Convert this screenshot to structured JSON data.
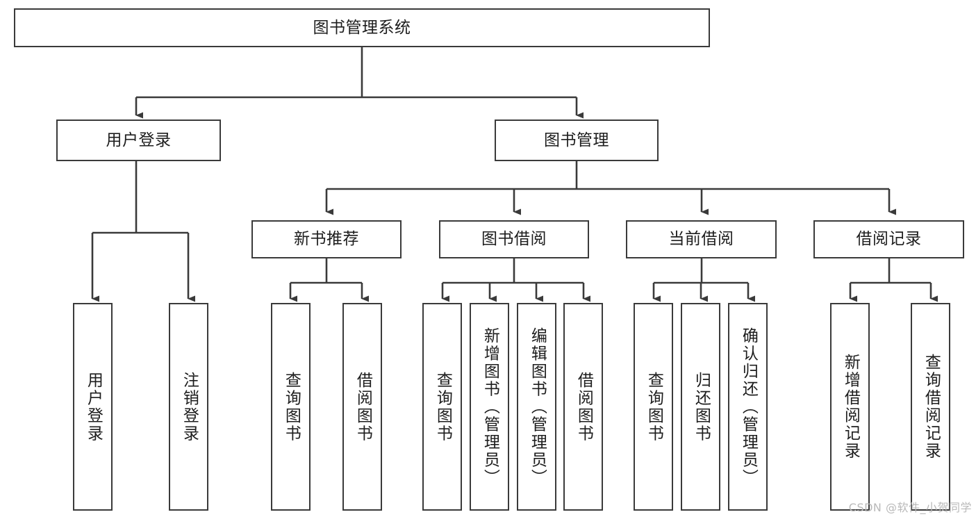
{
  "diagram": {
    "type": "tree-hierarchy",
    "title": "图书管理系统",
    "stroke_color": "#3a3a3a",
    "text_color": "#1d1d1d",
    "background_color": "#ffffff",
    "root": {
      "label": "图书管理系统"
    },
    "level1": [
      {
        "label": "用户登录"
      },
      {
        "label": "图书管理"
      }
    ],
    "level2": [
      {
        "label": "新书推荐"
      },
      {
        "label": "图书借阅"
      },
      {
        "label": "当前借阅"
      },
      {
        "label": "借阅记录"
      }
    ],
    "leaves": {
      "user_login": [
        {
          "label": "用户登录"
        },
        {
          "label": "注销登录"
        }
      ],
      "new_book_recommend": [
        {
          "label": "查询图书"
        },
        {
          "label": "借阅图书"
        }
      ],
      "book_borrow": [
        {
          "label": "查询图书"
        },
        {
          "label": "新增图书（管理员）"
        },
        {
          "label": "编辑图书（管理员）"
        },
        {
          "label": "借阅图书"
        }
      ],
      "current_borrow": [
        {
          "label": "查询图书"
        },
        {
          "label": "归还图书"
        },
        {
          "label": "确认归还（管理员）"
        }
      ],
      "borrow_record": [
        {
          "label": "新增借阅记录"
        },
        {
          "label": "查询借阅记录"
        }
      ]
    }
  },
  "watermark": {
    "text": "CSDN @软件_小贺同学"
  }
}
